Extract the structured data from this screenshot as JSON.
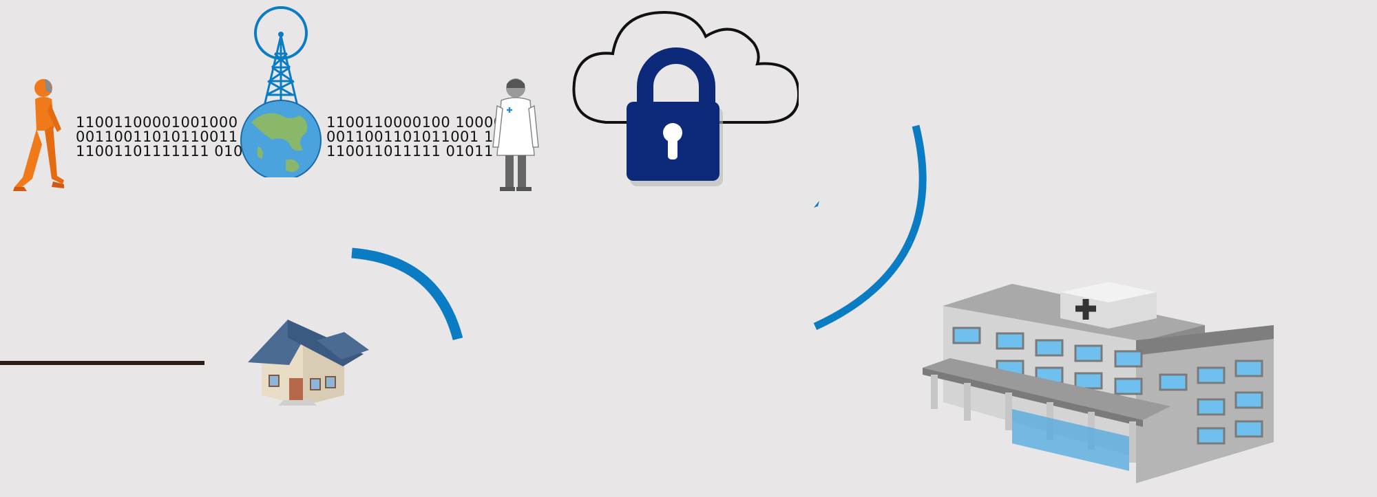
{
  "scene": {
    "background_color": "#e8e6e7",
    "accent_color": "#0a7cc4",
    "lock_color": "#0d2a7a",
    "binary_left": [
      "11001100001001000",
      "00110011010110011 0",
      "11001101111111 01011"
    ],
    "binary_right": [
      "1100110000100 10000",
      "0011001101011001 10",
      "110011011111 01011"
    ],
    "icons": [
      "walking-patient-icon",
      "globe-tower-icon",
      "doctor-icon",
      "cloud-lock-icon",
      "house-icon",
      "hospital-icon"
    ]
  }
}
